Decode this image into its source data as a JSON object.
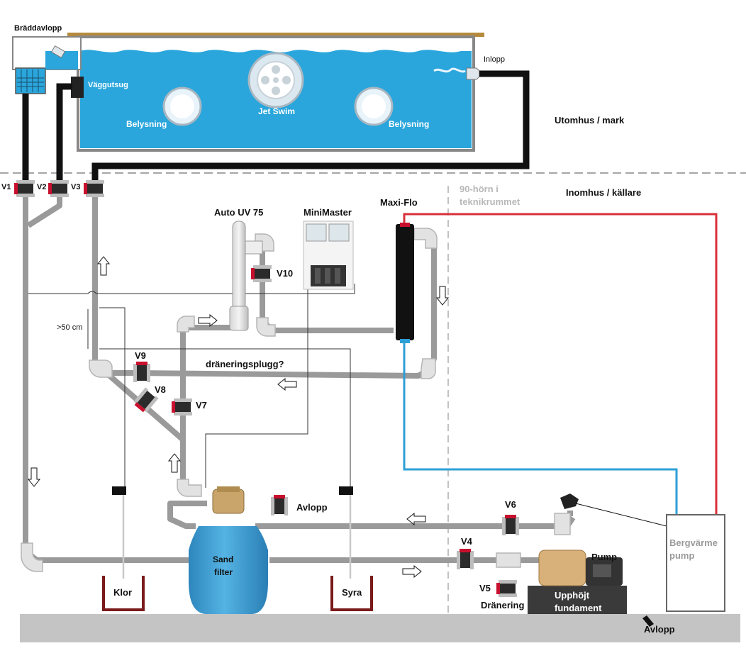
{
  "pool": {
    "overflow_label": "Bräddavlopp",
    "inlet_label": "Inlopp",
    "wall_vac_label": "Väggutsug",
    "jet_swim_label": "Jet Swim",
    "light_left_label": "Belysning",
    "light_right_label": "Belysning"
  },
  "zones": {
    "outdoor": "Utomhus / mark",
    "indoor": "Inomhus / källare",
    "corner_note": "90-hörn i teknikrummet"
  },
  "equipment": {
    "uv": "Auto UV 75",
    "minimaster": "MiniMaster",
    "maxiflo": "Maxi-Flo",
    "drain_plug": "dräneringsplugg?",
    "height_note": ">50 cm",
    "sand_filter_line1": "Sand",
    "sand_filter_line2": "filter",
    "pump": "Pump",
    "foundation_line1": "Upphöjt",
    "foundation_line2": "fundament",
    "heat_pump_line1": "Bergvärme",
    "heat_pump_line2": "pump",
    "chlorine": "Klor",
    "acid": "Syra",
    "drain_filter": "Avlopp",
    "drain_floor": "Avlopp",
    "drainage": "Dränering"
  },
  "valves": {
    "v1": "V1",
    "v2": "V2",
    "v3": "V3",
    "v4": "V4",
    "v5": "V5",
    "v6": "V6",
    "v7": "V7",
    "v8": "V8",
    "v9": "V9",
    "v10": "V10"
  },
  "colors": {
    "water": "#2aa6dc",
    "pipe": "#9a9a9a",
    "pipe_dark": "#111111",
    "valve_handle": "#c8102e",
    "hot_line": "#d9303a",
    "cold_line": "#2e9fd6",
    "floor": "#c4c4c4",
    "filter_tank": "#3fa0d4",
    "pump_body": "#d8b07a"
  }
}
